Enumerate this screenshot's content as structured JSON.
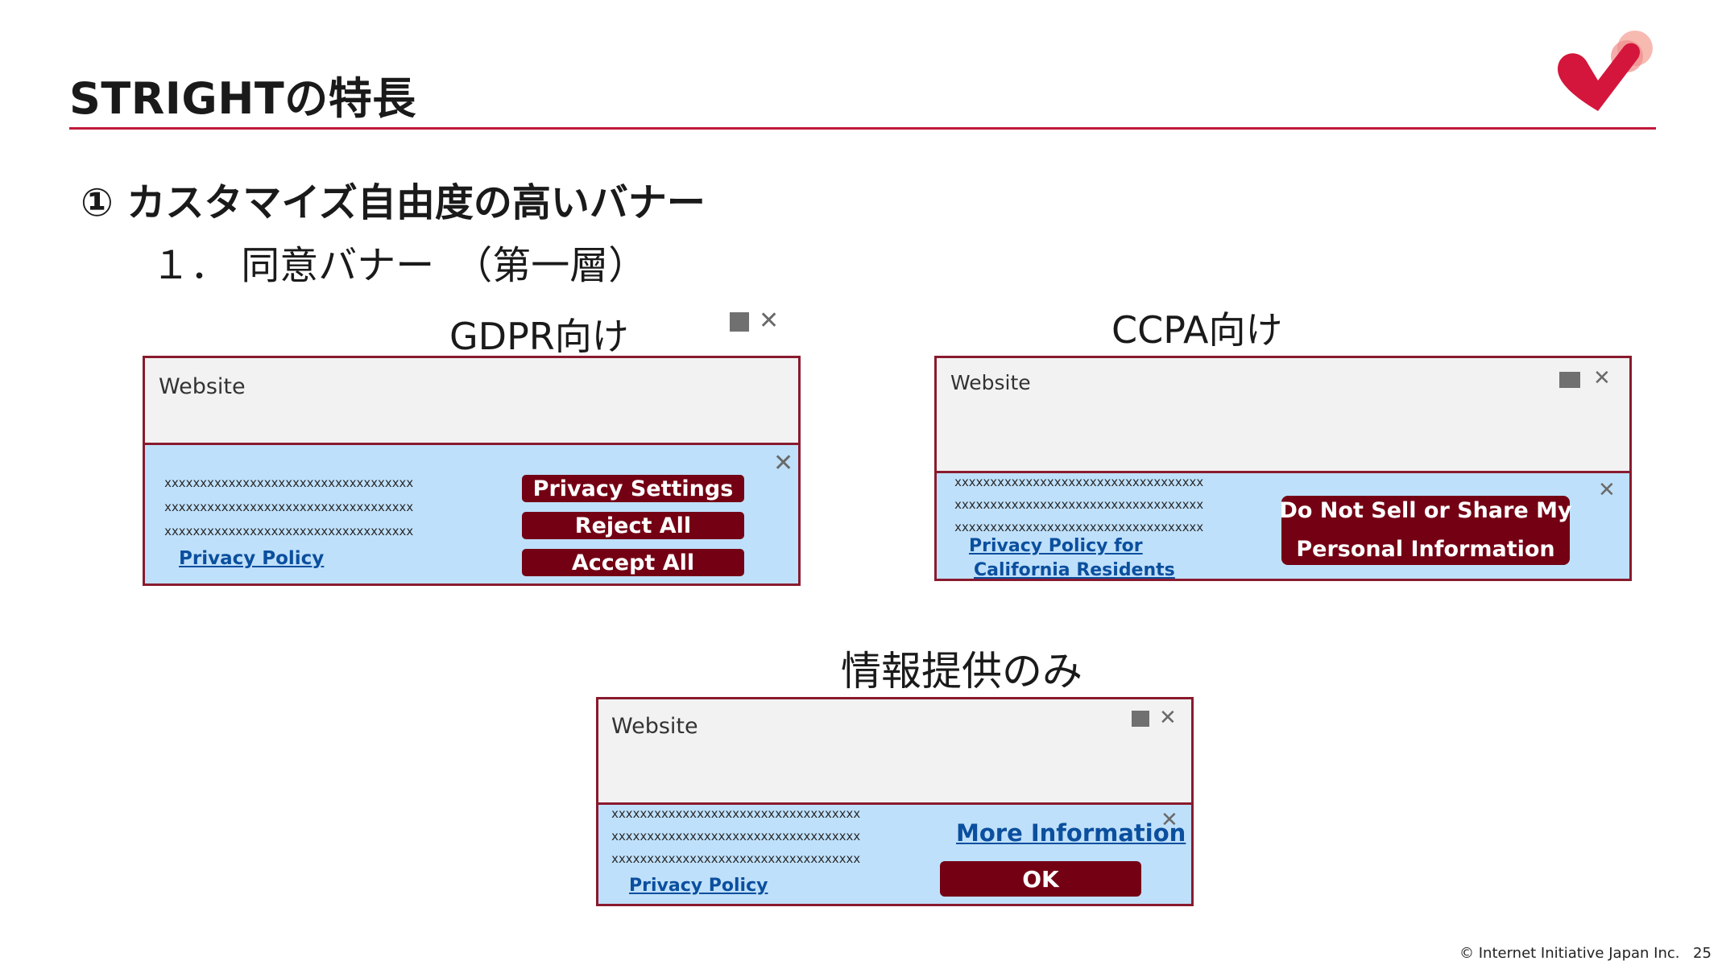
{
  "header": {
    "title": "STRIGHTの特長"
  },
  "section": {
    "heading": "① カスタマイズ自由度の高いバナー",
    "subheading": "１． 同意バナー　（第一層）"
  },
  "gdpr": {
    "caption": "GDPR向け",
    "site_label": "Website",
    "lines": [
      "xxxxxxxxxxxxxxxxxxxxxxxxxxxxxxxxxxx",
      "xxxxxxxxxxxxxxxxxxxxxxxxxxxxxxxxxxx",
      "xxxxxxxxxxxxxxxxxxxxxxxxxxxxxxxxxxx"
    ],
    "privacy_link": "Privacy Policy",
    "buttons": [
      "Privacy Settings",
      "Reject All",
      "Accept All"
    ]
  },
  "ccpa": {
    "caption": "CCPA向け",
    "site_label": "Website",
    "lines": [
      "xxxxxxxxxxxxxxxxxxxxxxxxxxxxxxxxxxx",
      "xxxxxxxxxxxxxxxxxxxxxxxxxxxxxxxxxxx",
      "xxxxxxxxxxxxxxxxxxxxxxxxxxxxxxxxxxx"
    ],
    "privacy_link_line1": "Privacy Policy for",
    "privacy_link_line2": "California Residents",
    "button_line1": "Do Not Sell or Share My",
    "button_line2": "Personal Information"
  },
  "info": {
    "caption": "情報提供のみ",
    "site_label": "Website",
    "lines": [
      "xxxxxxxxxxxxxxxxxxxxxxxxxxxxxxxxxxx",
      "xxxxxxxxxxxxxxxxxxxxxxxxxxxxxxxxxxx",
      "xxxxxxxxxxxxxxxxxxxxxxxxxxxxxxxxxxx"
    ],
    "privacy_link": "Privacy Policy",
    "more_link": "More Information",
    "ok_button": "OK"
  },
  "icons": {
    "window_square": "square-icon",
    "close": "close-icon",
    "logo": "heart-check-logo"
  },
  "colors": {
    "accent": "#c0193a",
    "button": "#740014",
    "banner_bg": "#bfe0fa",
    "link": "#0b4f9e"
  },
  "footer": {
    "copyright": "© Internet Initiative Japan Inc.",
    "page_number": "25"
  }
}
